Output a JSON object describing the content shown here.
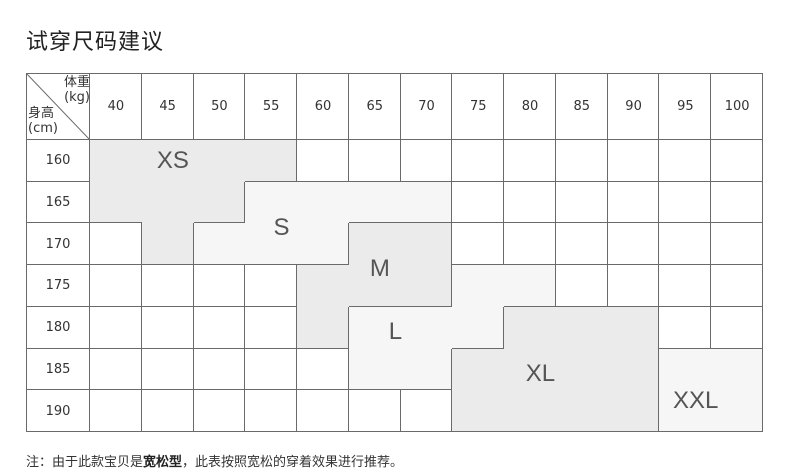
{
  "page": {
    "title": "试穿尺码建议",
    "note_prefix": "注：由于此款宝贝是",
    "note_bold": "宽松型",
    "note_suffix": "，此表按照宽松的穿着效果进行推荐。"
  },
  "table": {
    "corner_weight_label": "体重\n(kg)",
    "corner_height_label": "身高\n(cm)",
    "weights": [
      "40",
      "45",
      "50",
      "55",
      "60",
      "65",
      "70",
      "75",
      "80",
      "85",
      "90",
      "95",
      "100"
    ],
    "heights": [
      "160",
      "165",
      "170",
      "175",
      "180",
      "185",
      "190"
    ]
  },
  "sizes": [
    {
      "label": "XS",
      "color": "#ebebeb",
      "cells": [
        [
          0,
          0
        ],
        [
          0,
          1
        ],
        [
          0,
          2
        ],
        [
          0,
          3
        ],
        [
          1,
          0
        ],
        [
          1,
          1
        ],
        [
          1,
          2
        ],
        [
          2,
          1
        ]
      ]
    },
    {
      "label": "S",
      "color": "#f6f6f6",
      "cells": [
        [
          1,
          3
        ],
        [
          1,
          4
        ],
        [
          1,
          5
        ],
        [
          1,
          6
        ],
        [
          2,
          2
        ],
        [
          2,
          3
        ],
        [
          2,
          4
        ]
      ]
    },
    {
      "label": "M",
      "color": "#ebebeb",
      "cells": [
        [
          2,
          5
        ],
        [
          2,
          6
        ],
        [
          3,
          5
        ],
        [
          3,
          6
        ],
        [
          3,
          4
        ],
        [
          4,
          4
        ]
      ]
    },
    {
      "label": "L",
      "color": "#f6f6f6",
      "cells": [
        [
          3,
          7
        ],
        [
          3,
          8
        ],
        [
          4,
          5
        ],
        [
          4,
          6
        ],
        [
          4,
          7
        ],
        [
          5,
          5
        ],
        [
          5,
          6
        ]
      ]
    },
    {
      "label": "XL",
      "color": "#ebebeb",
      "cells": [
        [
          4,
          8
        ],
        [
          4,
          9
        ],
        [
          4,
          10
        ],
        [
          5,
          7
        ],
        [
          5,
          8
        ],
        [
          5,
          9
        ],
        [
          5,
          10
        ],
        [
          6,
          7
        ],
        [
          6,
          8
        ],
        [
          6,
          9
        ],
        [
          6,
          10
        ]
      ]
    },
    {
      "label": "XXL",
      "color": "#f6f6f6",
      "cells": [
        [
          5,
          11
        ],
        [
          5,
          12
        ],
        [
          6,
          11
        ],
        [
          6,
          12
        ]
      ]
    }
  ]
}
